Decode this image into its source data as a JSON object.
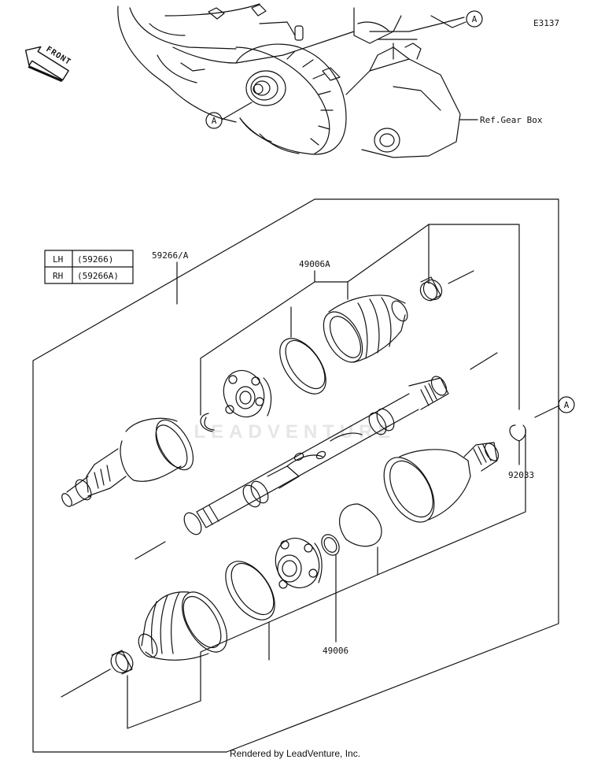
{
  "diagram_code": "E3137",
  "callouts": {
    "a_top": "A",
    "a_left": "A",
    "a_right": "A"
  },
  "ref_label": "Ref.Gear Box",
  "front_label": "FRONT",
  "part_labels": {
    "axle": "59266/A",
    "boot_kit_a": "49006A",
    "boot_kit": "49006",
    "ring": "92033"
  },
  "variant_table": {
    "rows": [
      {
        "side": "LH",
        "part": "(59266)"
      },
      {
        "side": "RH",
        "part": "(59266A)"
      }
    ]
  },
  "watermark": "LEADVENTURE",
  "footer": "Rendered by LeadVenture, Inc.",
  "colors": {
    "line": "#111111",
    "watermark": "#e6e6e6",
    "background": "#ffffff"
  }
}
